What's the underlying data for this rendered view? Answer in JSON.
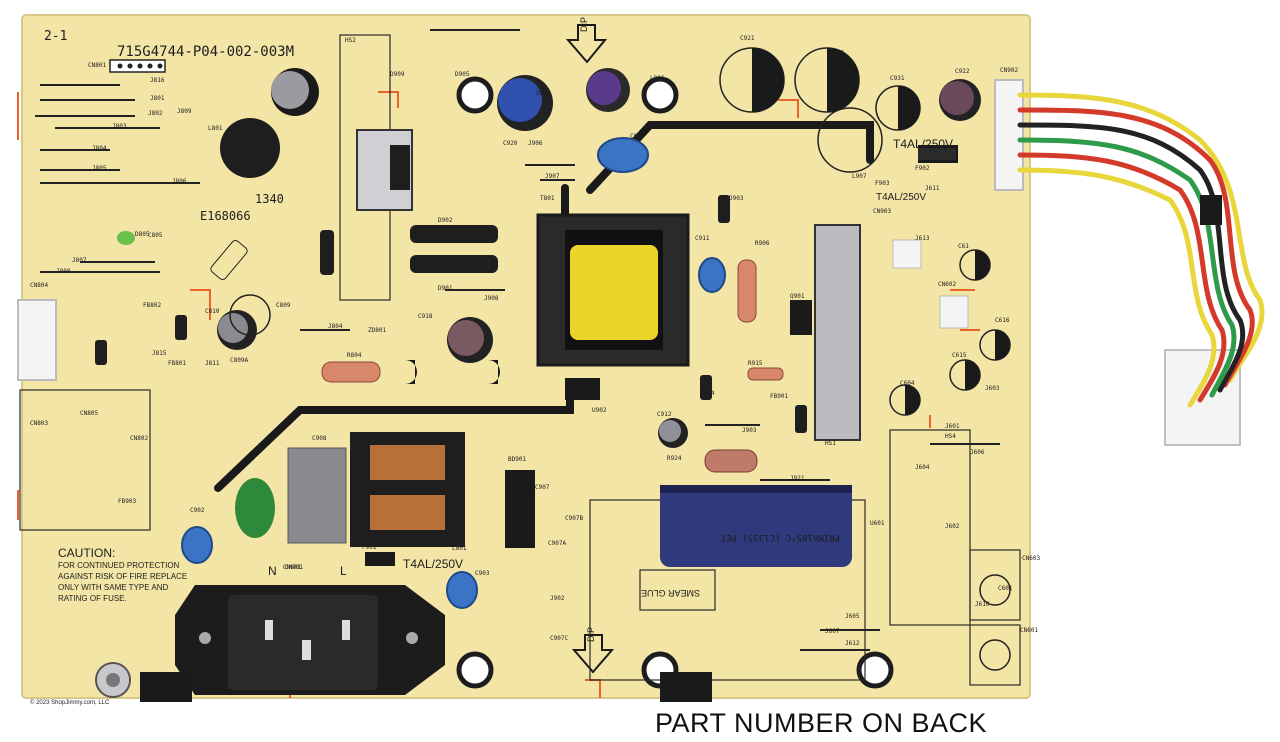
{
  "board": {
    "revision": "2-1",
    "part_code": "715G4744-P04-002-003M",
    "cert_code": "E168066",
    "date_code": "1340",
    "caution_title": "CAUTION:",
    "caution_lines": [
      "FOR CONTINUED PROTECTION",
      "AGAINST RISK OF FIRE REPLACE",
      "ONLY WITH SAME TYPE AND",
      "RATING OF FUSE."
    ],
    "fuse_rating": "T4AL/250V",
    "mains_labels": [
      "N",
      "L"
    ],
    "dip_label": "DIP",
    "smear_glue": "SMEAR GLUE",
    "cap_sleeve_text": "PRIMA105°C (C1335) PET",
    "copyright": "© 2023 ShopJimmy.com, LLC",
    "designators": [
      "CN801",
      "J816",
      "J801",
      "J802",
      "J803",
      "J804",
      "J805",
      "J806",
      "J809",
      "L801",
      "C805",
      "J807",
      "J808",
      "CN804",
      "C809",
      "C809A",
      "C810",
      "J804",
      "ZD801",
      "R804",
      "CN805",
      "CN803",
      "CN802",
      "FB903",
      "C902",
      "C908",
      "F901",
      "L801",
      "CN901",
      "BD901",
      "C903",
      "C907",
      "C907A",
      "C907B",
      "C907C",
      "J902",
      "CN901",
      "C921",
      "C925",
      "C931",
      "C922",
      "CN902",
      "L907",
      "F902",
      "F903",
      "J611",
      "T801",
      "C900",
      "C920",
      "J906",
      "J907",
      "D901",
      "D902",
      "D909",
      "D905",
      "J901",
      "L906",
      "C918",
      "J908",
      "D903",
      "R906",
      "C911",
      "Q901",
      "R915",
      "FB901",
      "D904",
      "C912",
      "R924",
      "J903",
      "J921",
      "HS1",
      "HS2",
      "CN903",
      "J613",
      "C61",
      "CN602",
      "C615",
      "C616",
      "J603",
      "C604",
      "J601",
      "HS4",
      "J604",
      "J606",
      "U601",
      "J602",
      "J605",
      "J607",
      "J612",
      "CN603",
      "CN601",
      "U902",
      "J610",
      "FB802",
      "FB801",
      "J811",
      "J815",
      "D805",
      "C601"
    ]
  },
  "caption": "PART NUMBER ON BACK",
  "colors": {
    "pcb": "#f3e5a6",
    "trace": "#1a1a1a",
    "orange_outline": "#e8642a",
    "transformer_core": "#ecd52a",
    "capacitor_blue": "#2f3a7c",
    "y_cap": "#3b74c4",
    "wire_red": "#d43a2a",
    "wire_yellow": "#e8d63a",
    "wire_green": "#2e9a4a",
    "wire_black": "#222222"
  }
}
